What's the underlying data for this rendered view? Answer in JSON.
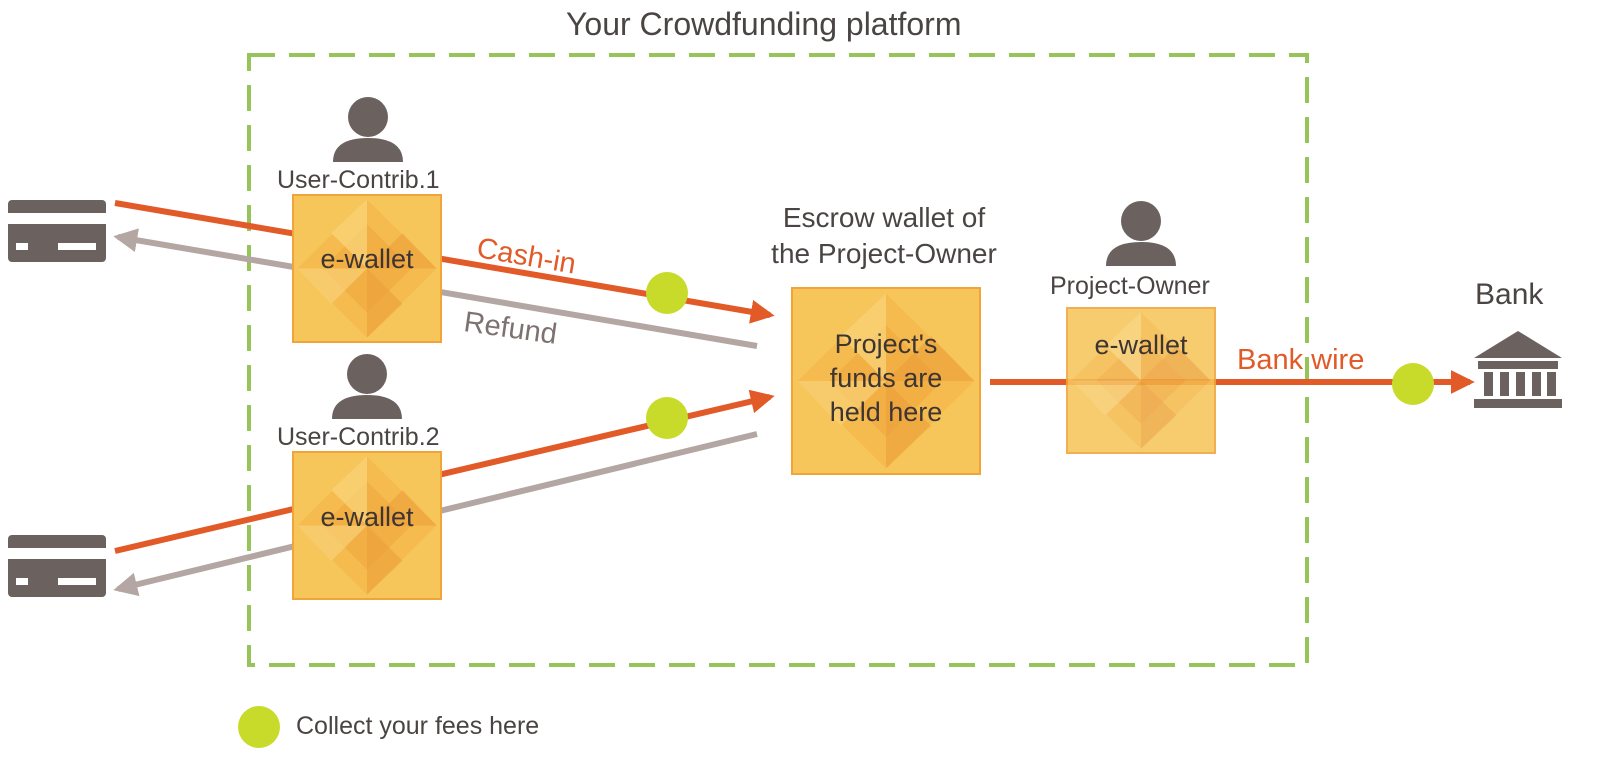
{
  "platform": {
    "title": "Your Crowdfunding platform"
  },
  "contributors": [
    {
      "label": "User-Contrib.1",
      "wallet": "e-wallet"
    },
    {
      "label": "User-Contrib.2",
      "wallet": "e-wallet"
    }
  ],
  "flows": {
    "cash_in": "Cash-in",
    "refund": "Refund",
    "bank_wire": "Bank wire"
  },
  "escrow": {
    "title_line1": "Escrow wallet of",
    "title_line2": "the Project-Owner",
    "body_line1": "Project's",
    "body_line2": "funds are",
    "body_line3": "held here"
  },
  "owner": {
    "label": "Project-Owner",
    "wallet": "e-wallet"
  },
  "bank": {
    "label": "Bank"
  },
  "legend": {
    "fees": "Collect your fees here"
  },
  "colors": {
    "platform_border": "#97c459",
    "cash_flow": "#e15a28",
    "refund_flow": "#b4a6a2",
    "wallet_fill": "#f7c65b",
    "wallet_border": "#f0a43a",
    "fee_dot": "#c8db2a",
    "icon": "#6b6260"
  },
  "icons": {
    "card": "credit-card-icon",
    "user": "user-icon",
    "bank": "bank-icon",
    "fee": "fee-dot-icon"
  }
}
